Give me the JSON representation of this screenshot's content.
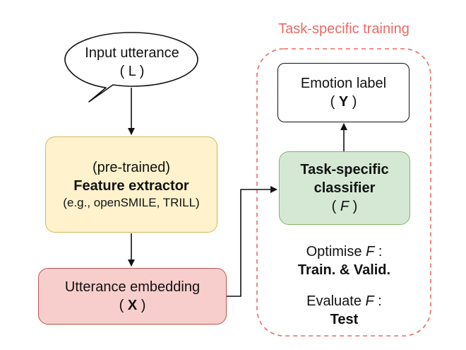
{
  "region": {
    "label": "Task-specific training",
    "border_color": "#ea6b66"
  },
  "input": {
    "line1": "Input utterance",
    "open": "( ",
    "var": "L",
    "close": " )"
  },
  "extractor": {
    "line1": "(pre-trained)",
    "line2": "Feature extractor",
    "line3": "(e.g., openSMILE, TRILL)",
    "fill": "#fff2cc",
    "stroke": "#d6b656"
  },
  "embedding": {
    "line1": "Utterance embedding",
    "open": "( ",
    "var": "X",
    "close": " )",
    "fill": "#f8cecc",
    "stroke": "#b85450"
  },
  "classifier": {
    "line1": "Task-specific",
    "line2": "classifier",
    "open": "( ",
    "var": "F",
    "close": " )",
    "fill": "#d5e8d4",
    "stroke": "#82b366"
  },
  "label_box": {
    "line1": "Emotion label",
    "open": "( ",
    "var": "Y",
    "close": " )"
  },
  "optimise": {
    "prefix": "Optimise ",
    "var": "F",
    "suffix": " :",
    "detail": "Train. & Valid."
  },
  "evaluate": {
    "prefix": "Evaluate ",
    "var": "F",
    "suffix": " :",
    "detail": "Test"
  }
}
